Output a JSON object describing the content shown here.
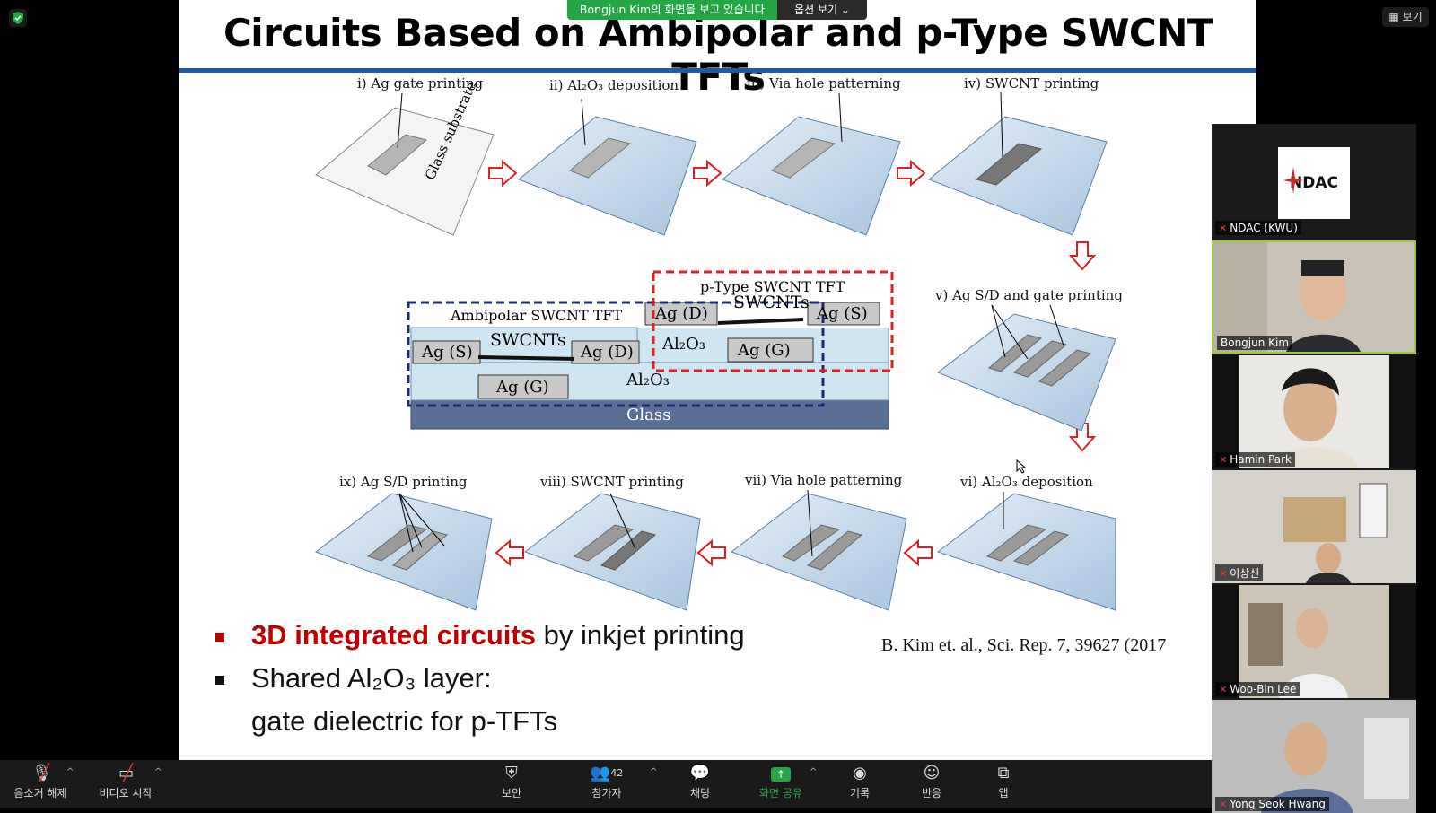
{
  "slide": {
    "title": "Circuits Based on Ambipolar and p-Type SWCNT TFTs",
    "steps": {
      "s1": "i) Ag gate printing",
      "s2": "ii) Al₂O₃ deposition",
      "s3": "iii) Via hole patterning",
      "s4": "iv) SWCNT printing",
      "s5": "v) Ag S/D and gate printing",
      "s6": "vi) Al₂O₃ deposition",
      "s7": "vii) Via hole patterning",
      "s8": "viii) SWCNT printing",
      "s9": "ix) Ag S/D printing"
    },
    "glass_substrate": "Glass substrate",
    "cross_section": {
      "ambipolar_label": "Ambipolar SWCNT TFT",
      "ptype_label": "p-Type SWCNT TFT",
      "swcnts": "SWCNTs",
      "ag_s": "Ag (S)",
      "ag_d": "Ag (D)",
      "ag_g": "Ag (G)",
      "al2o3": "Al₂O₃",
      "glass": "Glass"
    },
    "bullet1_highlight": "3D integrated circuits",
    "bullet1_rest": " by inkjet printing",
    "bullet2_line1": "Shared Al₂O₃ layer:",
    "bullet2_line2": "gate dielectric for p-TFTs",
    "reference": "B. Kim et. al., Sci. Rep. 7, 39627 (2017"
  },
  "banner": {
    "sharing_text": "Bongjun  Kim의 화면을 보고 있습니다",
    "options": "옵션 보기 ⌄"
  },
  "top_right": {
    "view": "보기"
  },
  "participants": [
    {
      "name": "NDAC (KWU)",
      "logo": "NDAC"
    },
    {
      "name": "Bongjun Kim"
    },
    {
      "name": "Hamin Park"
    },
    {
      "name": "이상신"
    },
    {
      "name": "Woo-Bin Lee"
    },
    {
      "name": "Yong Seok Hwang"
    }
  ],
  "toolbar": {
    "mute": "음소거 해제",
    "video": "비디오 시작",
    "security": "보안",
    "participants": "참가자",
    "participant_count": "42",
    "chat": "채팅",
    "share": "화면 공유",
    "record": "기록",
    "reactions": "반응",
    "apps": "앱"
  },
  "colors": {
    "accent_green": "#23a643",
    "slide_rule": "#1f5aa6",
    "highlight_red": "#c00000",
    "mic_off": "#e23b3b"
  }
}
